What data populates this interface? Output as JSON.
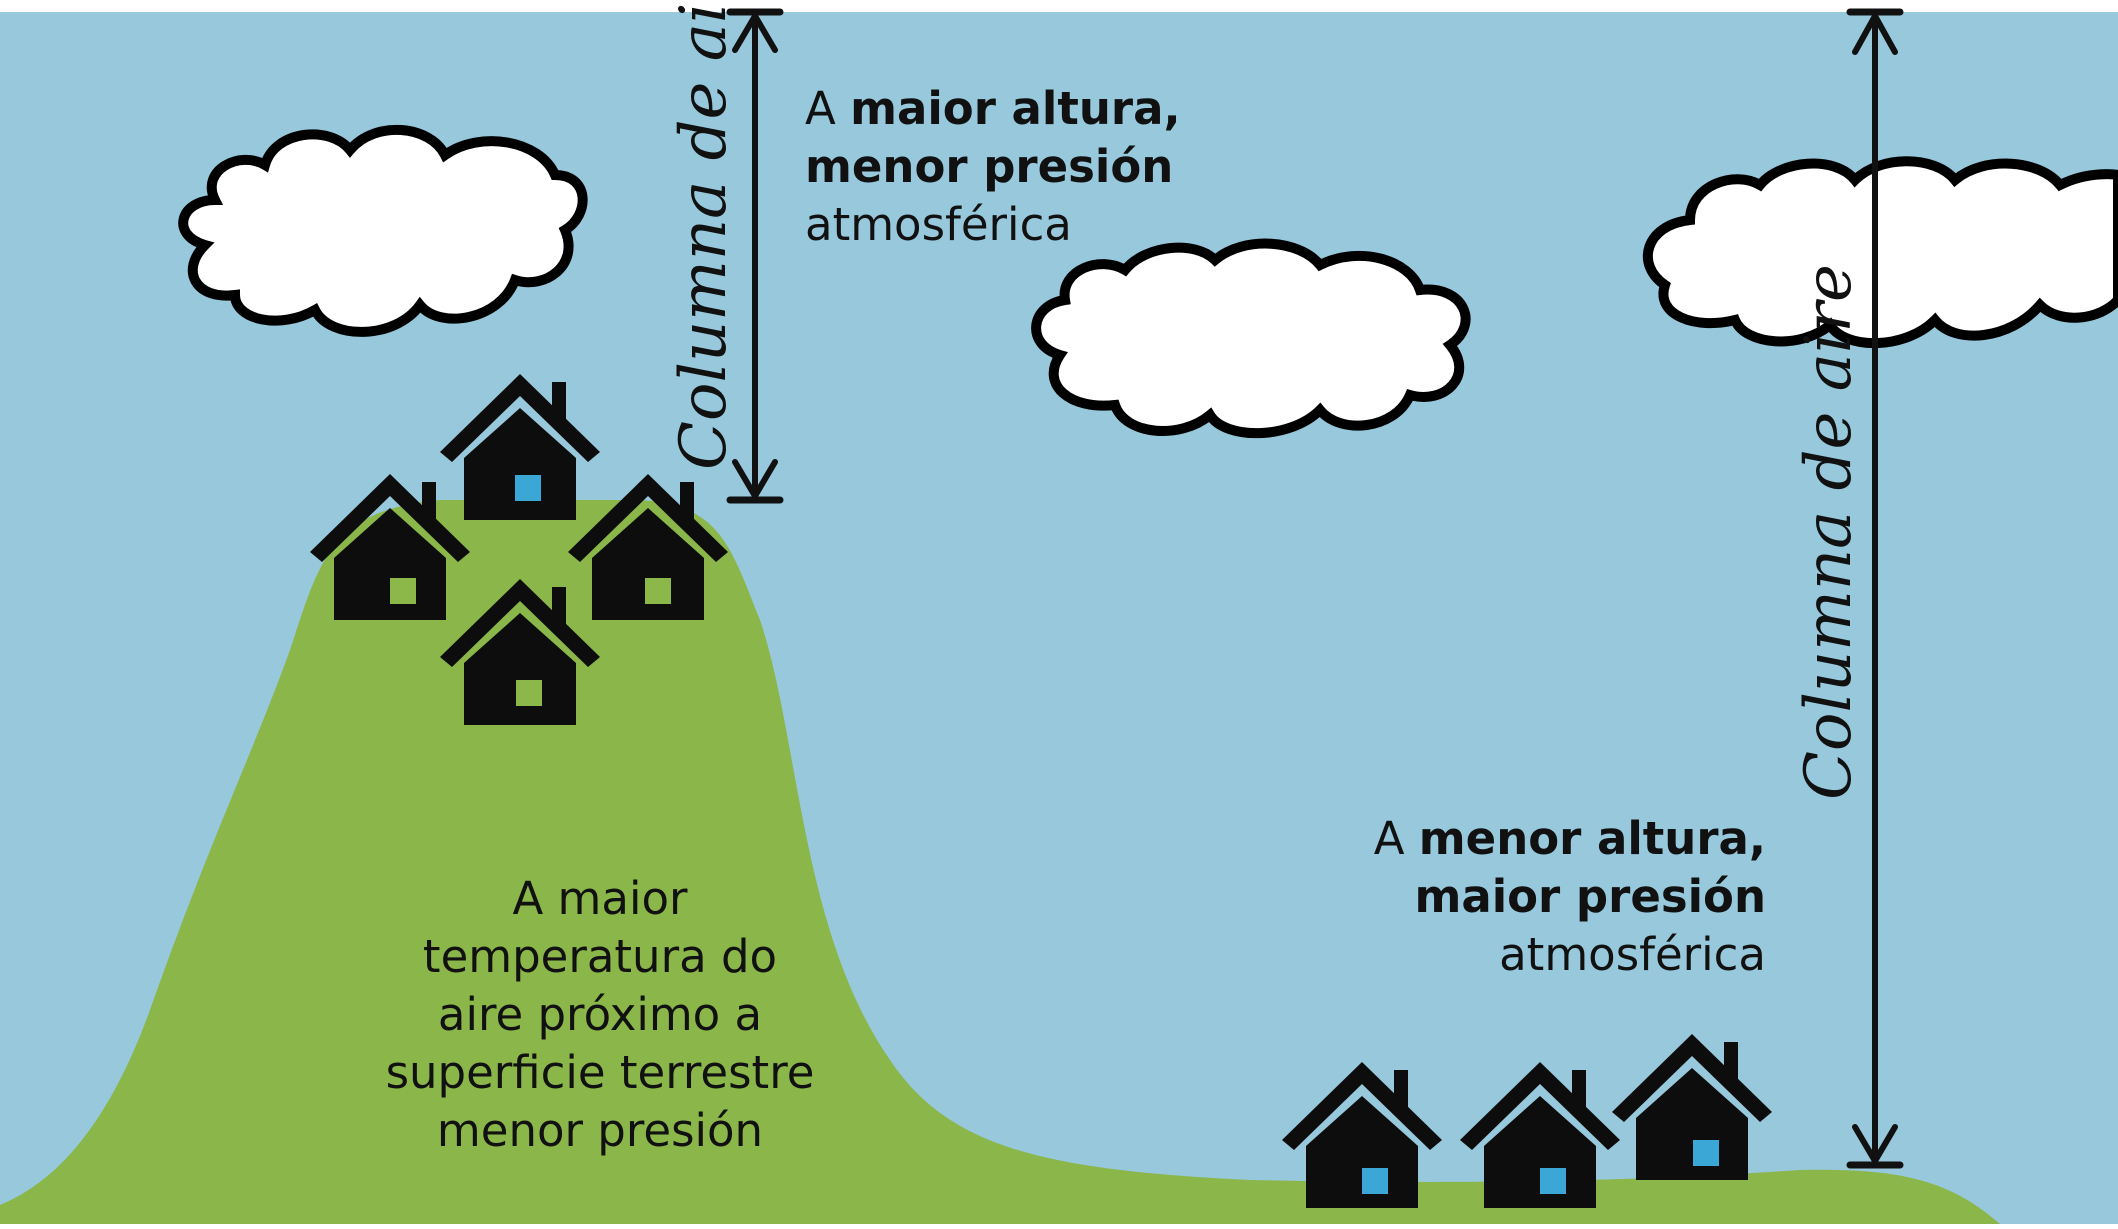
{
  "colors": {
    "sky": "#97c8dc",
    "ground": "#8bb64a",
    "house": "#0d0d0d",
    "door": "#3aa7d6",
    "door_hill": "#8cb84a",
    "cloud": "#ffffff",
    "ink": "#111111"
  },
  "icons": [
    "cloud-icon",
    "house-icon",
    "double-arrow-icon"
  ],
  "high_label": {
    "prefix": "A ",
    "bold1": "maior altura,",
    "bold2": "menor presión",
    "normal": "atmosférica"
  },
  "low_label": {
    "prefix": "A ",
    "bold1": "menor altura,",
    "bold2": "maior presión",
    "normal": "atmosférica"
  },
  "mountain_label": {
    "lines": [
      "A maior",
      "temperatura do",
      "aire próximo a",
      "superficie terrestre",
      "menor presión"
    ]
  },
  "column_label_left": "Columna de aire",
  "column_label_right": "Columna de aire"
}
